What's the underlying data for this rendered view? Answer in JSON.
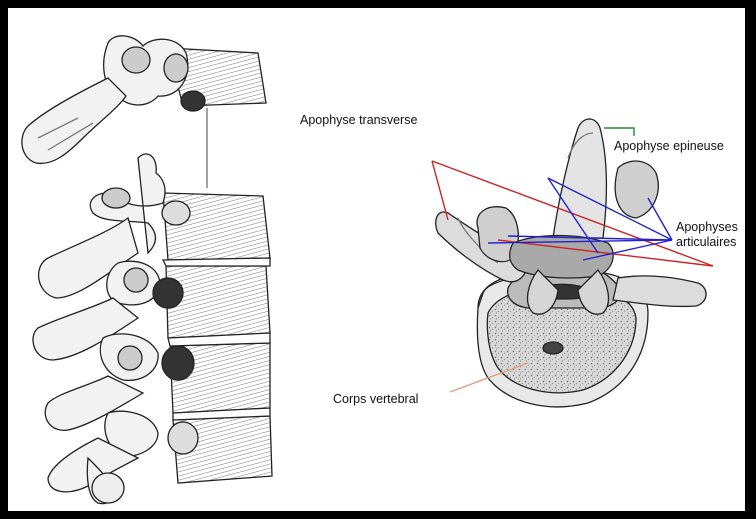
{
  "labels": {
    "apophyse_transverse": "Apophyse transverse",
    "apophyse_epineuse": "Apophyse epineuse",
    "apophyses_articulaires_line1": "Apophyses",
    "apophyses_articulaires_line2": "articulaires",
    "corps_vertebral": "Corps vertebral"
  },
  "colors": {
    "frame": "#000000",
    "background": "#ffffff",
    "transverse_pointer": "#cc2222",
    "articulaires_pointer": "#2222cc",
    "epineuse_pointer": "#228833",
    "corps_pointer": "#e0a080",
    "bone_fill": "#f2f2f2",
    "bone_line": "#222222",
    "bone_shade": "#9a9a9a"
  },
  "icons": {
    "spine": "lumbar-spine-lateral-illustration",
    "vertebra": "lumbar-vertebra-oblique-illustration"
  }
}
